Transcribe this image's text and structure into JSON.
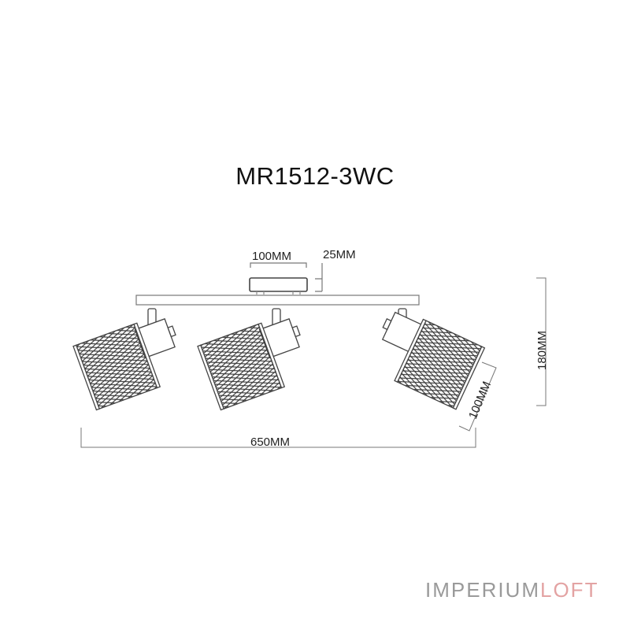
{
  "title": "MR1512-3WC",
  "dimensions": {
    "canopy_width": "100MM",
    "canopy_height": "25MM",
    "total_height": "180MM",
    "shade_size": "100MM",
    "total_length": "650MM"
  },
  "logo": {
    "part1": "IMPERIUM",
    "part2": "LOFT",
    "color1": "#9a9a9a",
    "color2": "#e3a3a3"
  }
}
